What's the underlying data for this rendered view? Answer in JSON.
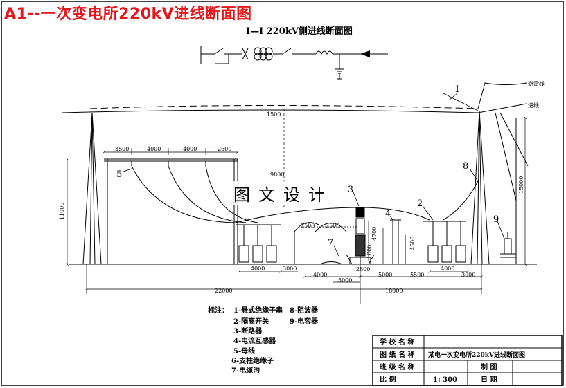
{
  "header": {
    "title": "A1--一次变电所220kV进线断面图",
    "subtitle": "I—I 220kV侧进线断面图"
  },
  "watermark": "图文设计",
  "annotations": {
    "lightning_wire": "避雷线",
    "incoming_line": "进线",
    "marker_1": "1",
    "marker_2": "2",
    "marker_3": "3",
    "marker_4": "4",
    "marker_5": "5",
    "marker_7": "7",
    "marker_8": "8",
    "marker_9": "9"
  },
  "dimensions": {
    "d1500": "1500",
    "d3500a": "3500",
    "d4000a": "4000",
    "d4000b": "4000",
    "d2600": "2600",
    "d9800": "9800",
    "d11000": "11000",
    "d15000v": "15000",
    "d2500a": "2500",
    "d2500b": "2500",
    "d4700": "4700",
    "d4500": "4500",
    "d1800": "1800",
    "d4000c": "4000",
    "d3000a": "3000",
    "d2800": "2800",
    "d4000d": "4000",
    "d5000a": "5000",
    "d5000b": "5000",
    "d5500": "5500",
    "d4000e": "4000",
    "d3000b": "3000",
    "d22000": "22000",
    "d18000": "18000"
  },
  "legend": {
    "title": "标注：",
    "items": [
      "1-悬式绝缘子串",
      "2-隔离开关",
      "3-断路器",
      "4-电流互感器",
      "5-母线",
      "6-支柱绝缘子",
      "7-电缆沟",
      "8-阻波器",
      "9-电容器"
    ]
  },
  "title_block": {
    "school_label": "学 校 名 称",
    "school_value": "",
    "drawing_label": "图 纸 名 称",
    "drawing_value": "某电一次变电所220kV进线断面图",
    "class_label": "班 级 名 称",
    "class_value": "",
    "drawn_label": "制 图",
    "drawn_value": "",
    "scale_label": "比 例",
    "scale_value": "1: 300",
    "date_label": "日 期",
    "date_value": ""
  }
}
